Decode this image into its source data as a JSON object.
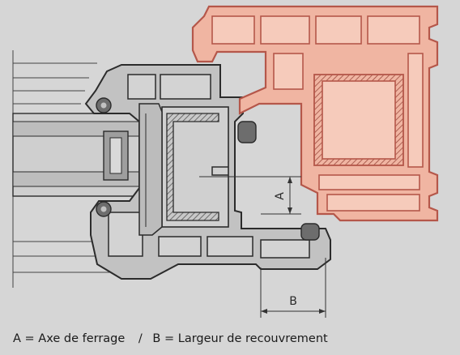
{
  "dimensions": {
    "a_letter": "A",
    "b_letter": "B"
  },
  "caption": {
    "a_term": "A = Axe de ferrage",
    "separator": "/",
    "b_term": "B = Largeur de recouvrement"
  },
  "colors": {
    "background": "#d6d6d6",
    "frame_outline": "#b5574a",
    "frame_fill": "#f0b5a2",
    "sash_outline": "#2b2b2b",
    "sash_fill": "#c2c2c2",
    "hatch": "#6a6a6a",
    "dimension_line": "#333333"
  }
}
